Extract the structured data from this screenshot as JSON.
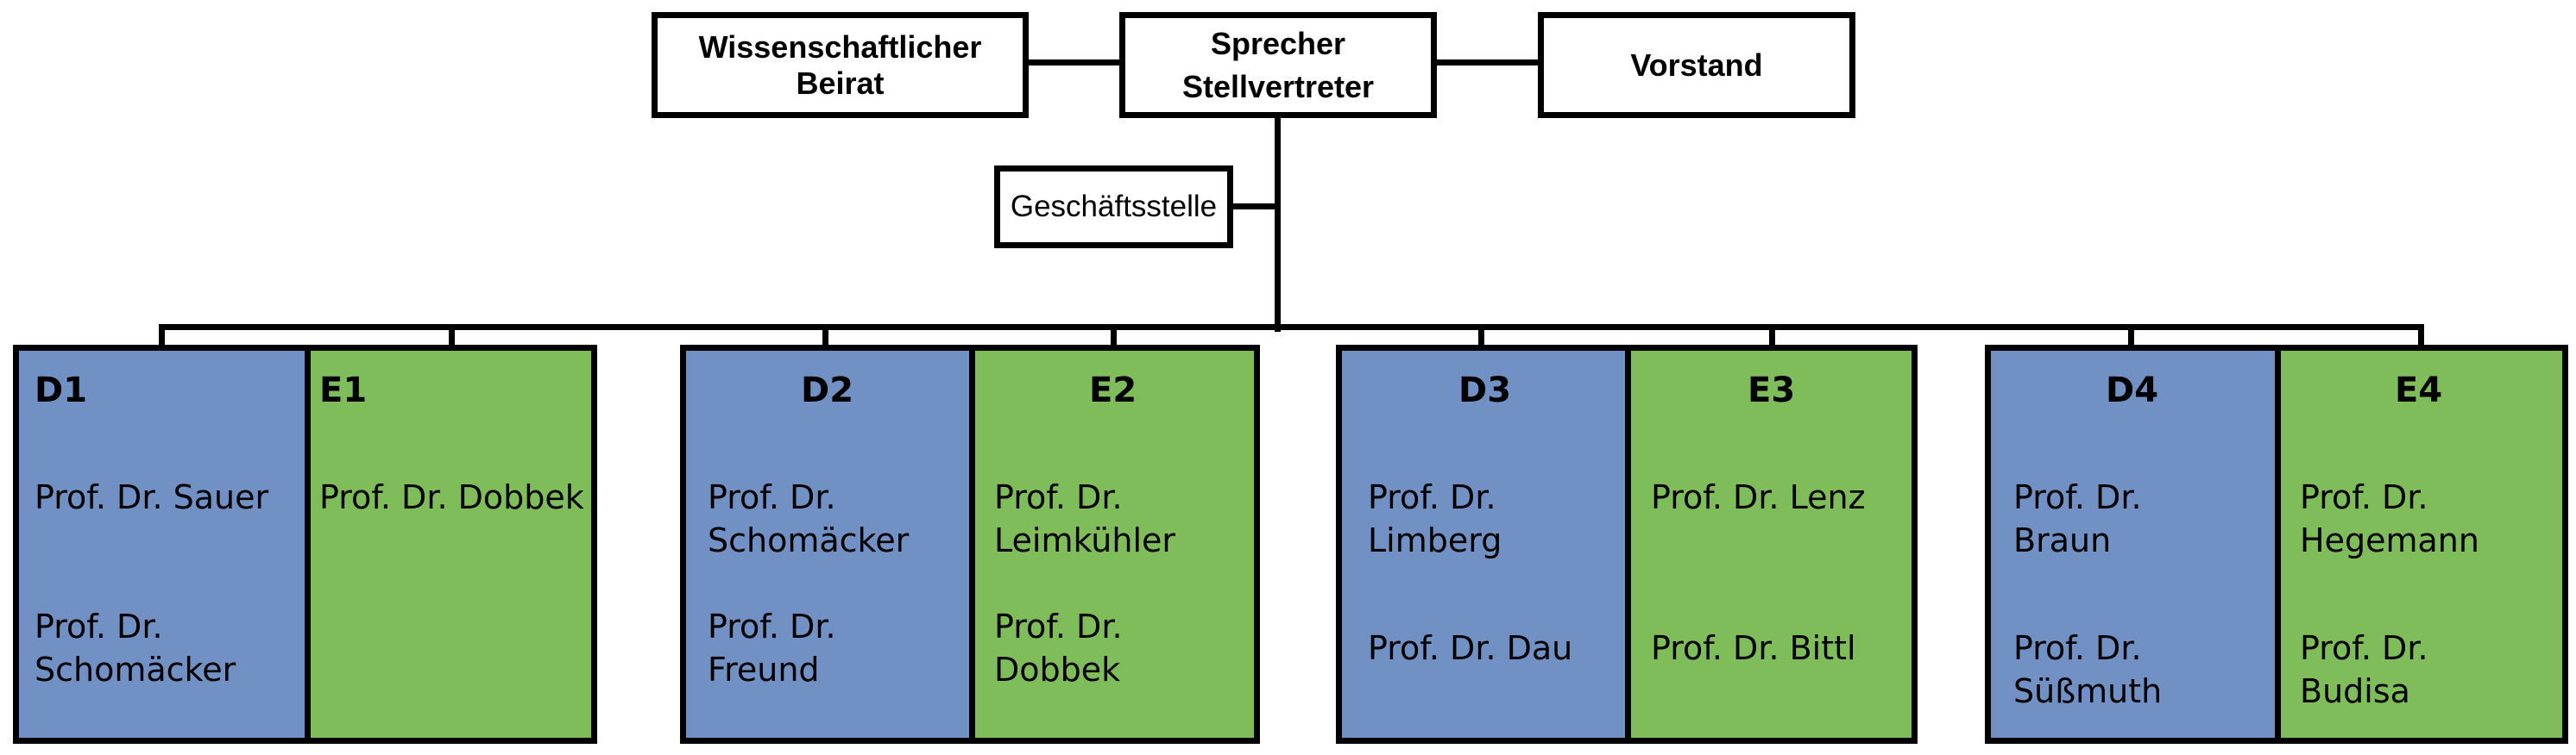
{
  "top": {
    "left_box": [
      "Wissenschaftlicher",
      "Beirat"
    ],
    "center_box": [
      "Sprecher",
      "Stellvertreter"
    ],
    "right_box": "Vorstand",
    "office": "Geschäftsstelle"
  },
  "units": [
    {
      "d": {
        "code": "D1",
        "members": [
          [
            "Prof. Dr. Sauer"
          ],
          [
            "Prof. Dr.",
            "Schomäcker"
          ]
        ]
      },
      "e": {
        "code": "E1",
        "members": [
          [
            "Prof. Dr. Dobbek"
          ]
        ]
      }
    },
    {
      "d": {
        "code": "D2",
        "members": [
          [
            "Prof. Dr.",
            "Schomäcker"
          ],
          [
            "Prof. Dr.",
            "Freund"
          ]
        ]
      },
      "e": {
        "code": "E2",
        "members": [
          [
            "Prof. Dr.",
            "Leimkühler"
          ],
          [
            "Prof. Dr.",
            "Dobbek"
          ]
        ]
      }
    },
    {
      "d": {
        "code": "D3",
        "members": [
          [
            "Prof. Dr.",
            "Limberg"
          ],
          [
            "Prof. Dr. Dau"
          ]
        ]
      },
      "e": {
        "code": "E3",
        "members": [
          [
            "Prof. Dr. Lenz"
          ],
          [
            "Prof. Dr. Bittl"
          ]
        ]
      }
    },
    {
      "d": {
        "code": "D4",
        "members": [
          [
            "Prof. Dr.",
            "Braun"
          ],
          [
            "Prof. Dr.",
            "Süßmuth"
          ]
        ]
      },
      "e": {
        "code": "E4",
        "members": [
          [
            "Prof. Dr.",
            "Hegemann"
          ],
          [
            "Prof. Dr.",
            "Budisa"
          ]
        ]
      }
    }
  ],
  "colors": {
    "d_fill": "#7190c3",
    "e_fill": "#7fbc5a"
  }
}
